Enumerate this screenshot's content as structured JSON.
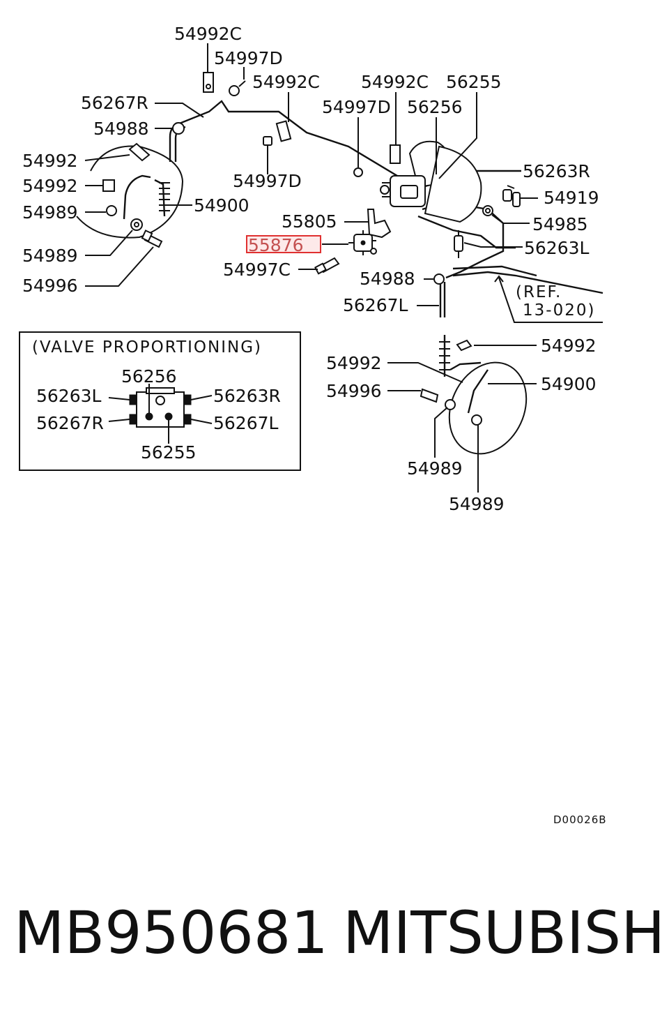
{
  "labels": {
    "c54992c_top": "54992C",
    "c54997d_top": "54997D",
    "c54992c_mid": "54992C",
    "c54992c_right": "54992C",
    "c56255_top": "56255",
    "c56267r": "56267R",
    "c54997d_right": "54997D",
    "c56256_top": "56256",
    "c54988_left": "54988",
    "c56263r": "56263R",
    "c54992_left1": "54992",
    "c54997d_mid": "54997D",
    "c54919": "54919",
    "c54992_left2": "54992",
    "c54900_left": "54900",
    "c54989_left1": "54989",
    "c55805": "55805",
    "c54985": "54985",
    "c55876": "55876",
    "c56263l": "56263L",
    "c54989_left2": "54989",
    "c54997c": "54997C",
    "c54988_mid": "54988",
    "ref_line1": "(REF.",
    "ref_line2": "13-020)",
    "c54996_left": "54996",
    "c56267l": "56267L",
    "c54992_right1": "54992",
    "c54992_right2": "54992",
    "c54900_right": "54900",
    "c54996_right": "54996",
    "c54989_bottom1": "54989",
    "c54989_bottom2": "54989"
  },
  "inset": {
    "title": "(VALVE PROPORTIONING)",
    "c56256": "56256",
    "c56263l": "56263L",
    "c56263r": "56263R",
    "c56267r": "56267R",
    "c56267l": "56267L",
    "c56255": "56255"
  },
  "highlight": {
    "part": "55876",
    "color": "#e03030"
  },
  "drawing_code": "D00026B",
  "footer": {
    "part_number": "MB950681",
    "brand": "MITSUBISHI"
  }
}
